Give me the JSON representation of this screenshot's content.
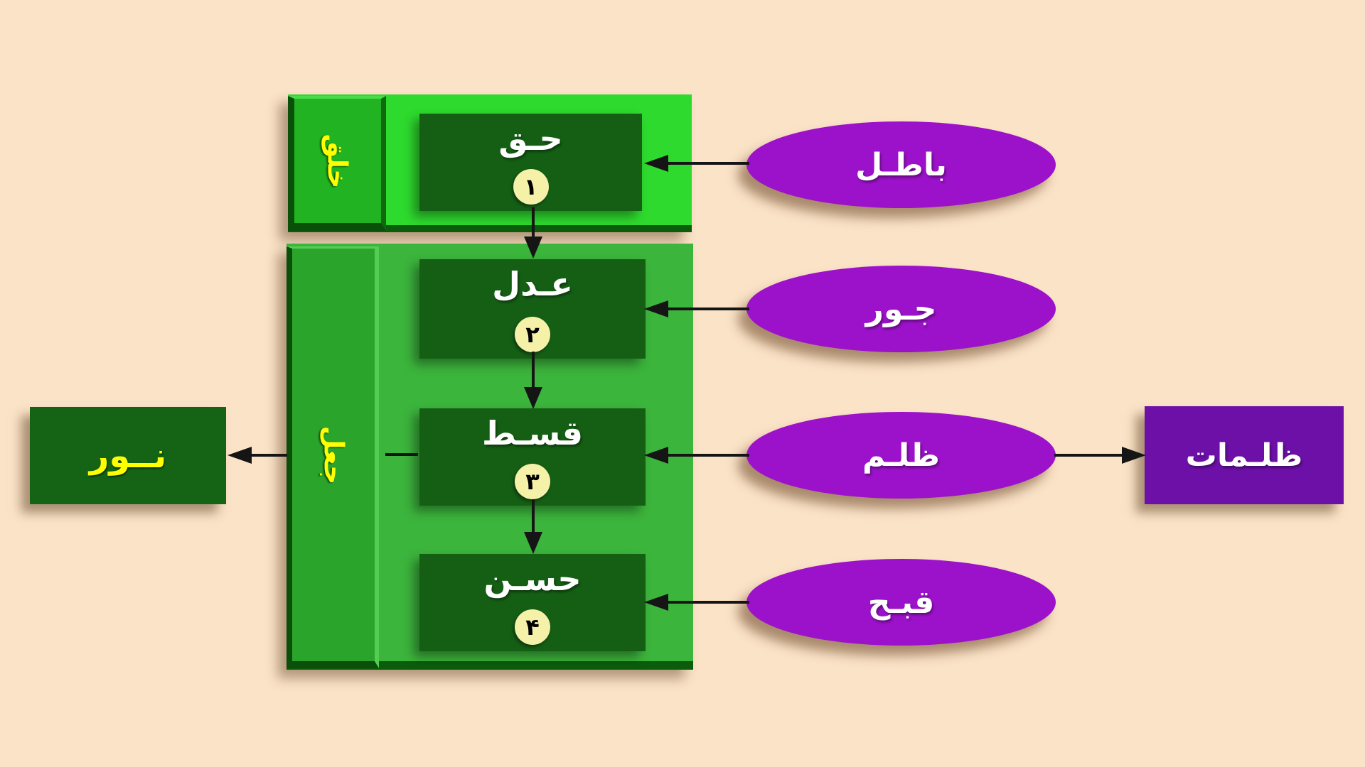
{
  "diagram": {
    "groups": [
      {
        "tab_label": "خلق",
        "nodes": [
          {
            "label": "حـق",
            "number": "۱"
          }
        ]
      },
      {
        "tab_label": "جعل",
        "nodes": [
          {
            "label": "عـدل",
            "number": "۲"
          },
          {
            "label": "قسـط",
            "number": "۳"
          },
          {
            "label": "حسـن",
            "number": "۴"
          }
        ]
      }
    ],
    "left_box": {
      "label": "نــور"
    },
    "right_box": {
      "label": "ظلـمات"
    },
    "ellipses": [
      {
        "label": "باطـل"
      },
      {
        "label": "جـور"
      },
      {
        "label": "ظلـم"
      },
      {
        "label": "قبـح"
      }
    ]
  },
  "colors": {
    "background": "#FBE3C7",
    "bright_green_box": "#2EDA2E",
    "container_green": "#3CB53C",
    "tab_green": "#21B321",
    "dark_node_green": "#155F15",
    "bevel_dark_green": "#0B5D0B",
    "ellipse_purple": "#9C12CA",
    "dark_purple_box": "#6C10A8",
    "circle_cream": "#F6F1A9",
    "label_yellow": "#FFFF00",
    "label_white": "#FFFFFF",
    "arrow_black": "#151515"
  }
}
